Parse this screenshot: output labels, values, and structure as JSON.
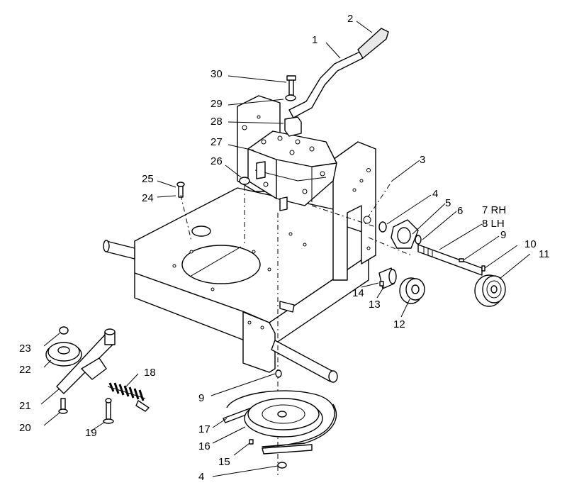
{
  "callouts": [
    {
      "id": "p1",
      "text": "1"
    },
    {
      "id": "p2",
      "text": "2"
    },
    {
      "id": "p3",
      "text": "3"
    },
    {
      "id": "p4a",
      "text": "4"
    },
    {
      "id": "p4b",
      "text": "4"
    },
    {
      "id": "p5",
      "text": "5"
    },
    {
      "id": "p6",
      "text": "6"
    },
    {
      "id": "p7",
      "text": "7 RH"
    },
    {
      "id": "p8",
      "text": "8 LH"
    },
    {
      "id": "p9a",
      "text": "9"
    },
    {
      "id": "p9b",
      "text": "9"
    },
    {
      "id": "p10",
      "text": "10"
    },
    {
      "id": "p11",
      "text": "11"
    },
    {
      "id": "p12",
      "text": "12"
    },
    {
      "id": "p13",
      "text": "13"
    },
    {
      "id": "p14",
      "text": "14"
    },
    {
      "id": "p15",
      "text": "15"
    },
    {
      "id": "p16",
      "text": "16"
    },
    {
      "id": "p17",
      "text": "17"
    },
    {
      "id": "p18",
      "text": "18"
    },
    {
      "id": "p19",
      "text": "19"
    },
    {
      "id": "p20",
      "text": "20"
    },
    {
      "id": "p21",
      "text": "21"
    },
    {
      "id": "p22",
      "text": "22"
    },
    {
      "id": "p23",
      "text": "23"
    },
    {
      "id": "p24",
      "text": "24"
    },
    {
      "id": "p25",
      "text": "25"
    },
    {
      "id": "p26",
      "text": "26"
    },
    {
      "id": "p27",
      "text": "27"
    },
    {
      "id": "p28",
      "text": "28"
    },
    {
      "id": "p29",
      "text": "29"
    },
    {
      "id": "p30",
      "text": "30"
    }
  ]
}
